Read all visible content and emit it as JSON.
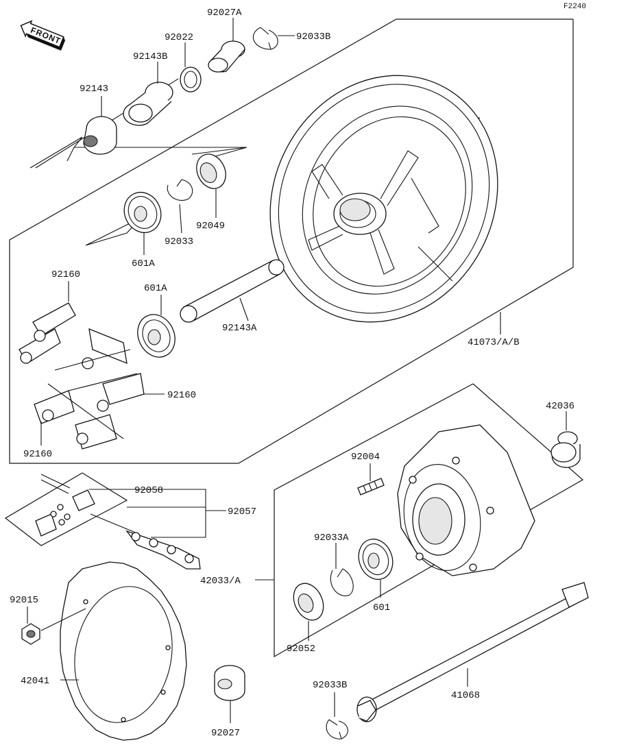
{
  "diagram": {
    "code": "F2240",
    "front_badge": "FRONT",
    "labels": {
      "p92027A": "92027A",
      "p92022": "92022",
      "p92033B_top": "92033B",
      "p92143B": "92143B",
      "p92143": "92143",
      "p92049": "92049",
      "p92033": "92033",
      "p601A_top": "601A",
      "p601A_mid": "601A",
      "p92160_top": "92160",
      "p92160_right": "92160",
      "p92160_bottom": "92160",
      "p92143A": "92143A",
      "p41073AB": "41073/A/B",
      "p42036": "42036",
      "p92004": "92004",
      "p92058": "92058",
      "p92057": "92057",
      "p92033A": "92033A",
      "p42033A": "42033/A",
      "p601": "601",
      "p92015": "92015",
      "p92052": "92052",
      "p42041": "42041",
      "p92033B_bottom": "92033B",
      "p41068": "41068",
      "p92027": "92027"
    }
  }
}
